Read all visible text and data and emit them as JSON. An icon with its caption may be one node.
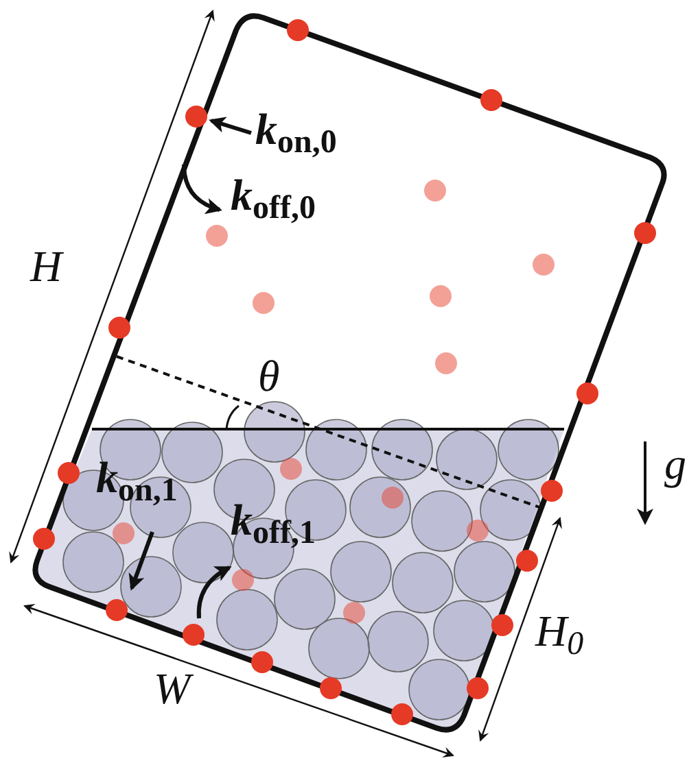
{
  "diagram": {
    "labels": [
      "H",
      "*k*$_{on,0}$",
      "*k*$_{off,0}$",
      "θ",
      "g",
      "*k*$_{on,1}$",
      "*k*$_{off,1}$",
      "H$_{0}$",
      "W"
    ]
  }
}
